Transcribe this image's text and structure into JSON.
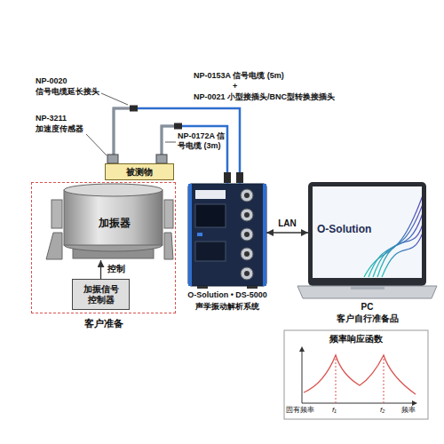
{
  "diagram": {
    "nodes": [
      {
        "text": [
          "被测物"
        ]
      },
      {
        "text": [
          "客户准备"
        ]
      },
      {
        "text": [
          "加振器"
        ],
        "in": 1
      },
      {
        "text": [
          "加振信号控制器"
        ],
        "in": 1
      },
      {
        "text": [
          "O-Solution • DS-5000",
          "声学振动解析系统"
        ]
      },
      {
        "text": [
          "O-Solution",
          "PC",
          "客户自行准备品"
        ]
      },
      {
        "text": [
          "频率响应函数"
        ]
      }
    ],
    "edges": [
      {
        "from": 0,
        "to": 4,
        "arrow": "none"
      },
      {
        "from": 0,
        "to": 4,
        "arrow": "none"
      },
      {
        "from": 3,
        "to": 2,
        "label": "控制",
        "arrow": "to"
      },
      {
        "from": 4,
        "to": 5,
        "label": "LAN",
        "arrow": "both"
      }
    ],
    "labels": [
      "NP-0020",
      "信号电缆延长接头",
      "NP-3211",
      "加速度传感器",
      "NP-0153A 信号电缆 (5m)",
      "+",
      "NP-0021 小型接插头/BNC型转换接插头",
      "NP-0172A 信号电缆 (3m)",
      "固有频率",
      "f₁",
      "f₂",
      "频率"
    ]
  }
}
